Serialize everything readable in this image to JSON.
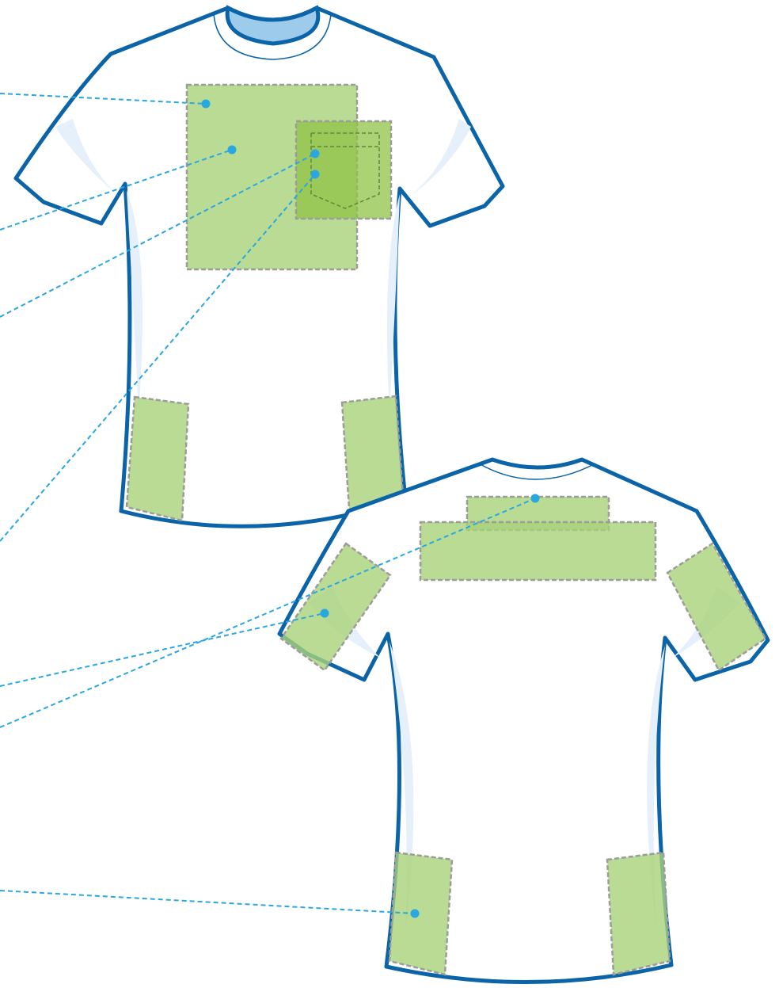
{
  "colors": {
    "outline": "#0b63a8",
    "collar_fill": "#9ccbec",
    "shading": "#e6f0fa",
    "zone_fill": "#a9d279",
    "zone_dark": "#8fc347",
    "zone_border": "#9c9c9c",
    "leader": "#29a7e1"
  },
  "front": {
    "name": "front-shirt",
    "zones": [
      "front-large-chest-zone",
      "left-chest-pocket-zone",
      "front-hem-left-zone",
      "front-hem-right-zone"
    ],
    "pocket": "pocket-outline"
  },
  "back": {
    "name": "back-shirt",
    "zones": [
      "back-neck-zone",
      "back-shoulder-zone",
      "back-sleeve-left-zone",
      "back-sleeve-right-zone",
      "back-hem-left-zone",
      "back-hem-right-zone"
    ]
  },
  "callouts": [
    "large-chest-callout",
    "center-chest-callout",
    "pocket-callout",
    "pocket-lower-callout",
    "back-neck-callout",
    "sleeve-callout",
    "back-hem-callout"
  ]
}
